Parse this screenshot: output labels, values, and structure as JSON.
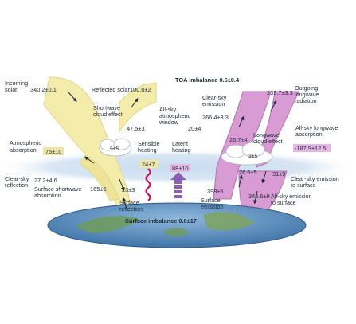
{
  "toa_imbalance": "TOA imbalance 0.6±0.4",
  "surface_imbalance": "Surface imbalance 0.6±17",
  "solar": {
    "incoming_label": [
      "Incoming",
      "solar"
    ],
    "incoming_value": "340.2±0.1",
    "reflected_label": "Reflected solar",
    "reflected_value": "100.0±2",
    "shortwave_cloud_label": [
      "Shortwave",
      "cloud effect"
    ],
    "shortwave_cloud_value": "47.5±3",
    "cloud_value": "5±5",
    "atmos_absorption_label": [
      "Atmospheric",
      "absorption"
    ],
    "atmos_absorption_value": "75±10",
    "clear_sky_reflection_label": [
      "Clear-sky",
      "reflection"
    ],
    "clear_sky_reflection_value": "27.2±4.6",
    "surface_sw_label": [
      "Surface shortwave",
      "absorption"
    ],
    "surface_sw_value": "165±6",
    "surface_reflection_value": "23±3",
    "surface_reflection_label": [
      "Surface",
      "reflection"
    ]
  },
  "window": {
    "label": [
      "All-sky",
      "atmospheric",
      "window"
    ],
    "value": "20±4"
  },
  "heat": {
    "sensible_label": [
      "Sensible",
      "heating"
    ],
    "sensible_value": "24±7",
    "latent_label": [
      "Latent",
      "heating"
    ],
    "latent_value": "88±10"
  },
  "longwave": {
    "clear_sky_emission_label": [
      "Clear-sky",
      "emission"
    ],
    "clear_sky_emission_value": "266.4±3.3",
    "outgoing_value": "239.7±3.3",
    "outgoing_label": [
      "Outgoing",
      "longwave",
      "radiation"
    ],
    "lw_cloud_value_top": "26.7±4",
    "lw_cloud_label": [
      "Longwave",
      "cloud effect"
    ],
    "lw_cloud_value": "3±5",
    "all_sky_absorption_label": [
      "All-sky longwave",
      "absorption"
    ],
    "all_sky_absorption_value": "-187.9±12.5",
    "down_value_a": "26.6±5",
    "down_value_b": "31±9",
    "clear_sky_to_surface_label": [
      "Clear-sky emission",
      "to surface"
    ],
    "surface_emission_value": "398±5",
    "surface_emission_label": [
      "Surface",
      "emission"
    ],
    "all_sky_to_surface_value": "345.6±9",
    "all_sky_to_surface_label": [
      "All-sky emission",
      "to surface"
    ]
  },
  "colors": {
    "solar": "#f4ecab",
    "solar_edge": "#e2d78a",
    "longwave": "#d99bd4",
    "longwave_edge": "#b671b2",
    "atmosphere": "#b7d0e8",
    "ocean": "#6f9ec9",
    "sensible": "#c2185b",
    "latent": "#8a5fb5",
    "solar_box": "#efe6a5",
    "lw_box": "#e6b7e3"
  }
}
